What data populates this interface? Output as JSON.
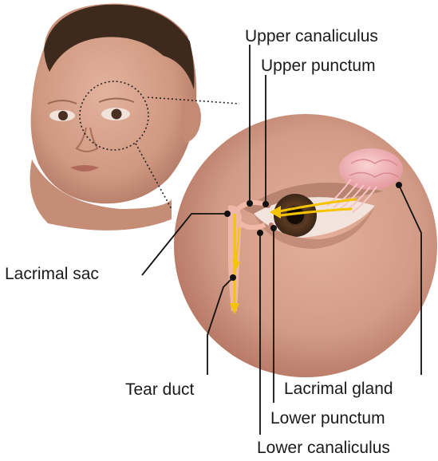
{
  "labels": {
    "upper_canaliculus": "Upper canaliculus",
    "upper_punctum": "Upper punctum",
    "lacrimal_sac": "Lacrimal sac",
    "tear_duct": "Tear duct",
    "lacrimal_gland": "Lacrimal gland",
    "lower_punctum": "Lower punctum",
    "lower_canaliculus": "Lower canaliculus"
  },
  "colors": {
    "skin": "#d9a48e",
    "skin_shadow": "#b97f6a",
    "hair": "#3e2a1c",
    "iris": "#5a3a22",
    "gland": "#f2b7b8",
    "tear_flow": "#f5c400",
    "leader_line": "#111111"
  }
}
